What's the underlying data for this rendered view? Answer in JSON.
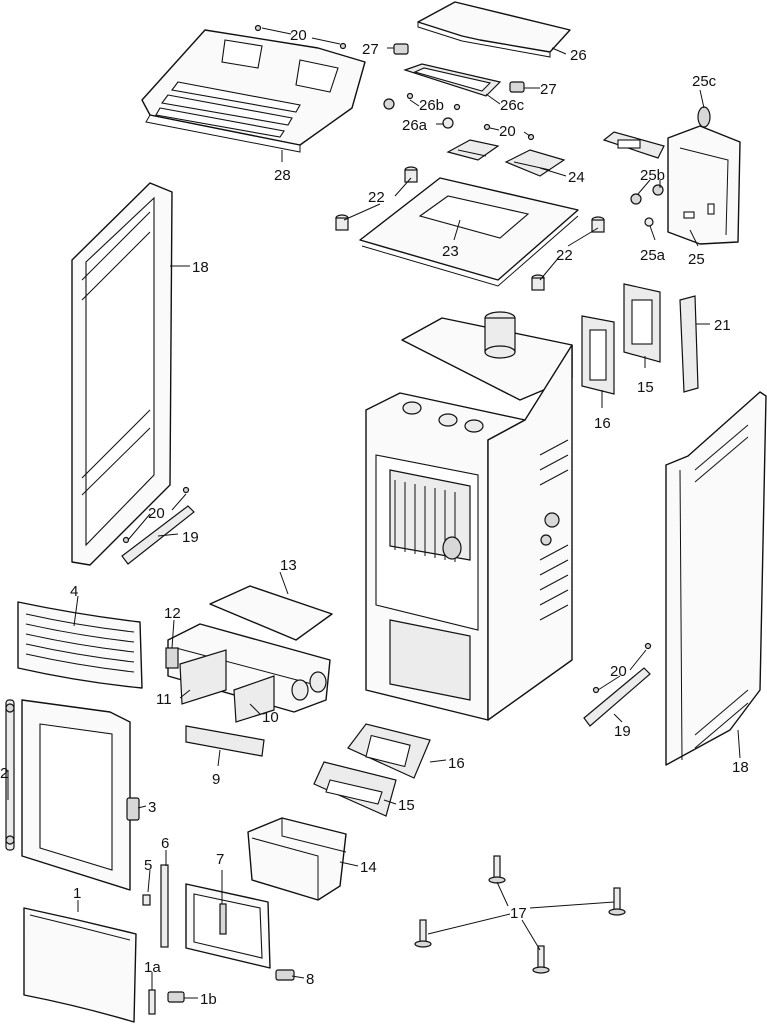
{
  "labels": {
    "p1": "1",
    "p1a": "1a",
    "p1b": "1b",
    "p2": "2",
    "p3": "3",
    "p4": "4",
    "p5": "5",
    "p6": "6",
    "p7": "7",
    "p8": "8",
    "p9": "9",
    "p10": "10",
    "p11": "11",
    "p12": "12",
    "p13": "13",
    "p14": "14",
    "p15a": "15",
    "p15b": "15",
    "p16a": "16",
    "p16b": "16",
    "p17": "17",
    "p18a": "18",
    "p18b": "18",
    "p19a": "19",
    "p19b": "19",
    "p20a": "20",
    "p20b": "20",
    "p20c": "20",
    "p20d": "20",
    "p21": "21",
    "p22a": "22",
    "p22b": "22",
    "p23": "23",
    "p24": "24",
    "p25": "25",
    "p25a": "25a",
    "p25b": "25b",
    "p25c": "25c",
    "p26": "26",
    "p26a": "26a",
    "p26b": "26b",
    "p26c": "26c",
    "p27a": "27",
    "p27b": "27",
    "p28": "28"
  }
}
